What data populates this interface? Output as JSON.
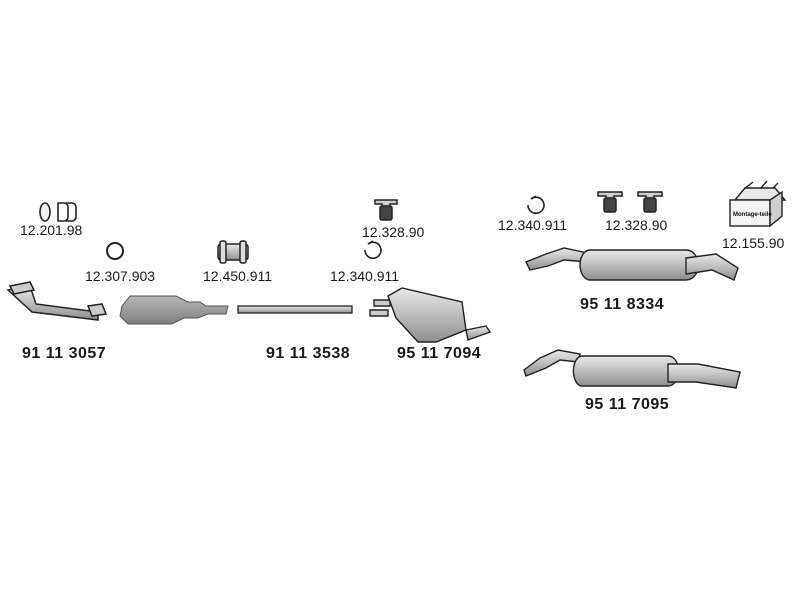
{
  "parts": {
    "clamp_ring_set": "12.201.98",
    "gasket_ring": "12.307.903",
    "pipe_clamp": "12.450.911",
    "bracket_left": "12.328.90",
    "clamp_left": "12.340.911",
    "clamp_right": "12.340.911",
    "bracket_right": "12.328.90",
    "mounting_kit": "12.155.90",
    "front_pipe": "91 11 3057",
    "middle_pipe": "91 11 3538",
    "middle_silencer": "95 11 7094",
    "rear_silencer_a": "95 11 8334",
    "rear_silencer_b": "95 11 7095"
  },
  "kit_box_text": "Montage-teile"
}
